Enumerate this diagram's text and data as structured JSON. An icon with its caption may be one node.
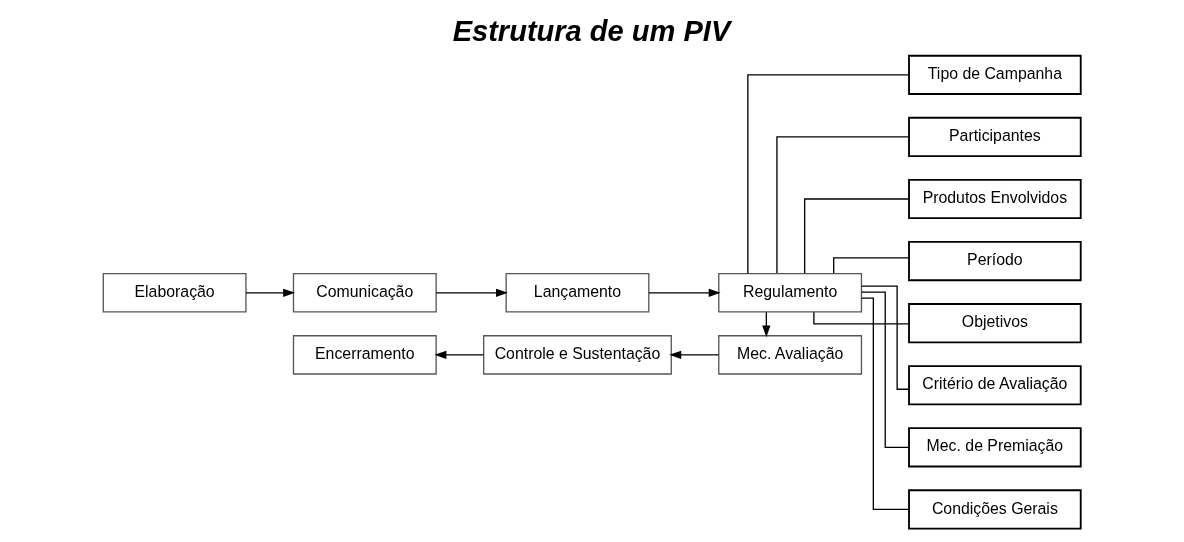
{
  "diagram": {
    "title": "Estrutura de um PIV",
    "nodes": [
      {
        "text": [
          "Elaboração"
        ]
      },
      {
        "text": [
          "Comunicação"
        ]
      },
      {
        "text": [
          "Lançamento"
        ]
      },
      {
        "text": [
          "Regulamento"
        ]
      },
      {
        "text": [
          "Mec. Avaliação"
        ]
      },
      {
        "text": [
          "Controle e Sustentação"
        ]
      },
      {
        "text": [
          "Encerramento"
        ]
      },
      {
        "text": [
          "Tipo de Campanha"
        ]
      },
      {
        "text": [
          "Participantes"
        ]
      },
      {
        "text": [
          "Produtos Envolvidos"
        ]
      },
      {
        "text": [
          "Período"
        ]
      },
      {
        "text": [
          "Objetivos"
        ]
      },
      {
        "text": [
          "Critério de Avaliação"
        ]
      },
      {
        "text": [
          "Mec. de Premiação"
        ]
      },
      {
        "text": [
          "Condições Gerais"
        ]
      }
    ],
    "edges": [
      {
        "from": 0,
        "to": 1,
        "arrow": "to"
      },
      {
        "from": 1,
        "to": 2,
        "arrow": "to"
      },
      {
        "from": 2,
        "to": 3,
        "arrow": "to"
      },
      {
        "from": 3,
        "to": 4,
        "arrow": "to"
      },
      {
        "from": 4,
        "to": 5,
        "arrow": "to"
      },
      {
        "from": 5,
        "to": 6,
        "arrow": "to"
      },
      {
        "from": 3,
        "to": 7,
        "arrow": "none"
      },
      {
        "from": 3,
        "to": 8,
        "arrow": "none"
      },
      {
        "from": 3,
        "to": 9,
        "arrow": "none"
      },
      {
        "from": 3,
        "to": 10,
        "arrow": "none"
      },
      {
        "from": 3,
        "to": 11,
        "arrow": "none"
      },
      {
        "from": 3,
        "to": 12,
        "arrow": "none"
      },
      {
        "from": 3,
        "to": 13,
        "arrow": "none"
      },
      {
        "from": 3,
        "to": 14,
        "arrow": "none"
      }
    ]
  }
}
